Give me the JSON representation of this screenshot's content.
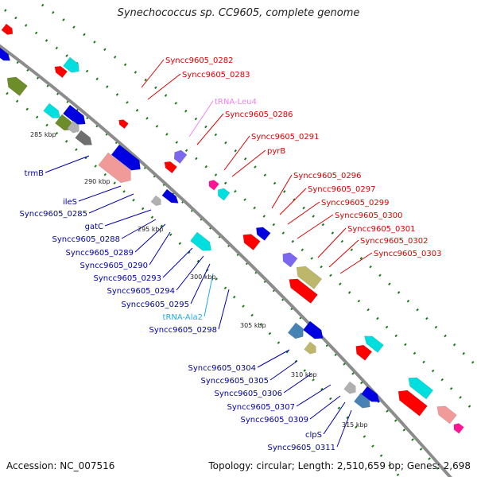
{
  "title": "Synechococcus sp. CC9605, complete genome",
  "accession": "Accession: NC_007516",
  "topology": "Topology: circular; Length: 2,510,659 bp; Genes: 2,698",
  "colors": {
    "backbone": "#8c8c8c",
    "tick": "#1a7a1a",
    "red": "#ff0000",
    "blue": "#0000e0",
    "cyan": "#00dede",
    "olive": "#6d8c2a",
    "khaki": "#bdb76b",
    "gray": "#b0b0b0",
    "darkgray": "#6e6e6e",
    "salmon": "#f09a9a",
    "purple": "#7b68ee",
    "pink": "#ff1493",
    "steel": "#4682b4",
    "label_red": "#dd0000",
    "label_blue": "#0000aa",
    "label_pink": "#ee82ee",
    "label_cyan": "#22aaee"
  },
  "ruler": [
    {
      "label": "285 kbp"
    },
    {
      "label": "290 kbp"
    },
    {
      "label": "295 kbp"
    },
    {
      "label": "300 kbp"
    },
    {
      "label": "305 kbp"
    },
    {
      "label": "310 kbp"
    },
    {
      "label": "315 kbp"
    }
  ],
  "labels": [
    {
      "text": "Syncc9605_0282",
      "color": "label_red"
    },
    {
      "text": "Syncc9605_0283",
      "color": "label_red"
    },
    {
      "text": "tRNA-Leu4",
      "color": "label_pink"
    },
    {
      "text": "Syncc9605_0286",
      "color": "label_red"
    },
    {
      "text": "Syncc9605_0291",
      "color": "label_red"
    },
    {
      "text": "pyrB",
      "color": "label_red"
    },
    {
      "text": "Syncc9605_0296",
      "color": "label_red"
    },
    {
      "text": "Syncc9605_0297",
      "color": "label_red"
    },
    {
      "text": "Syncc9605_0299",
      "color": "label_red"
    },
    {
      "text": "Syncc9605_0300",
      "color": "label_red"
    },
    {
      "text": "Syncc9605_0301",
      "color": "label_red"
    },
    {
      "text": "Syncc9605_0302",
      "color": "label_red"
    },
    {
      "text": "Syncc9605_0303",
      "color": "label_red"
    },
    {
      "text": "trmB",
      "color": "label_blue"
    },
    {
      "text": "ileS",
      "color": "label_blue"
    },
    {
      "text": "Syncc9605_0285",
      "color": "label_blue"
    },
    {
      "text": "gatC",
      "color": "label_blue"
    },
    {
      "text": "Syncc9605_0288",
      "color": "label_blue"
    },
    {
      "text": "Syncc9605_0289",
      "color": "label_blue"
    },
    {
      "text": "Syncc9605_0290",
      "color": "label_blue"
    },
    {
      "text": "Syncc9605_0293",
      "color": "label_blue"
    },
    {
      "text": "Syncc9605_0294",
      "color": "label_blue"
    },
    {
      "text": "Syncc9605_0295",
      "color": "label_blue"
    },
    {
      "text": "tRNA-Ala2",
      "color": "label_cyan"
    },
    {
      "text": "Syncc9605_0298",
      "color": "label_blue"
    },
    {
      "text": "Syncc9605_0304",
      "color": "label_blue"
    },
    {
      "text": "Syncc9605_0305",
      "color": "label_blue"
    },
    {
      "text": "Syncc9605_0306",
      "color": "label_blue"
    },
    {
      "text": "Syncc9605_0307",
      "color": "label_blue"
    },
    {
      "text": "Syncc9605_0309",
      "color": "label_blue"
    },
    {
      "text": "clpS",
      "color": "label_blue"
    },
    {
      "text": "Syncc9605_0311",
      "color": "label_blue"
    }
  ],
  "features": [
    {
      "color": "red",
      "strand": "+"
    },
    {
      "color": "cyan",
      "strand": "+"
    },
    {
      "color": "blue",
      "strand": "+"
    },
    {
      "color": "olive",
      "strand": "-"
    },
    {
      "color": "red",
      "strand": "-"
    },
    {
      "color": "cyan",
      "strand": "+"
    },
    {
      "color": "olive",
      "strand": "+"
    },
    {
      "color": "blue",
      "strand": "+"
    },
    {
      "color": "gray",
      "strand": "+"
    },
    {
      "color": "darkgray",
      "strand": "+"
    },
    {
      "color": "salmon",
      "strand": "+"
    },
    {
      "color": "blue",
      "strand": "+"
    },
    {
      "color": "red",
      "strand": "-"
    },
    {
      "color": "purple",
      "strand": "-"
    },
    {
      "color": "red",
      "strand": "-"
    },
    {
      "color": "pink",
      "strand": "-"
    },
    {
      "color": "cyan",
      "strand": "-"
    },
    {
      "color": "blue",
      "strand": "+"
    },
    {
      "color": "gray",
      "strand": "+"
    },
    {
      "color": "cyan",
      "strand": "+"
    },
    {
      "color": "red",
      "strand": "-"
    },
    {
      "color": "blue",
      "strand": "-"
    },
    {
      "color": "purple",
      "strand": "-"
    },
    {
      "color": "khaki",
      "strand": "-"
    },
    {
      "color": "red",
      "strand": "-"
    },
    {
      "color": "steel",
      "strand": "+"
    },
    {
      "color": "khaki",
      "strand": "+"
    },
    {
      "color": "blue",
      "strand": "+"
    },
    {
      "color": "red",
      "strand": "-"
    },
    {
      "color": "cyan",
      "strand": "-"
    },
    {
      "color": "gray",
      "strand": "+"
    },
    {
      "color": "steel",
      "strand": "+"
    },
    {
      "color": "blue",
      "strand": "+"
    },
    {
      "color": "red",
      "strand": "-"
    },
    {
      "color": "cyan",
      "strand": "-"
    },
    {
      "color": "salmon",
      "strand": "-"
    },
    {
      "color": "pink",
      "strand": "-"
    }
  ]
}
